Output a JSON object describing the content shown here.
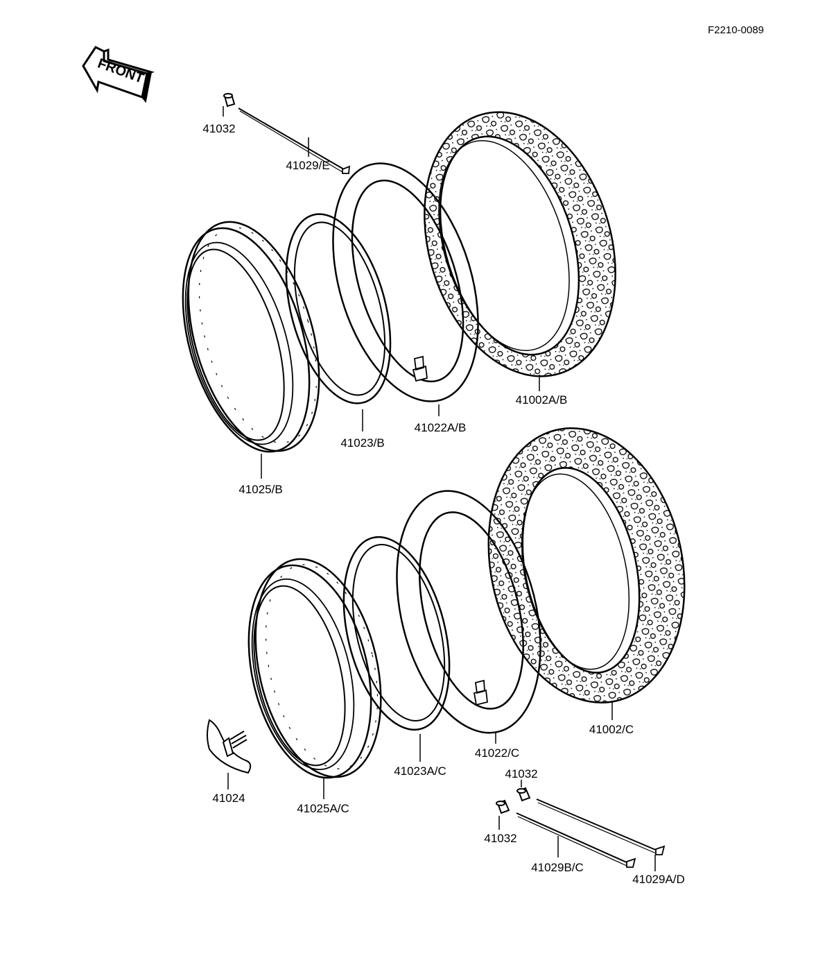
{
  "diagram_code": "F2210-0089",
  "front_arrow_text": "FRONT",
  "labels": {
    "spoke_cap_top": "41032",
    "spoke_top": "41029/E",
    "tire_front": "41002A/B",
    "tube_front": "41022A/B",
    "rimband_front": "41023/B",
    "rim_front": "41025/B",
    "tire_rear": "41002/C",
    "tube_rear": "41022/C",
    "rimband_rear": "41023A/C",
    "rim_rear": "41025A/C",
    "rim_lock": "41024",
    "spoke_cap_rear_upper": "41032",
    "spoke_cap_rear_lower": "41032",
    "spoke_rear_b": "41029B/C",
    "spoke_rear_a": "41029A/D"
  },
  "colors": {
    "ink": "#000000",
    "paper": "#ffffff"
  }
}
